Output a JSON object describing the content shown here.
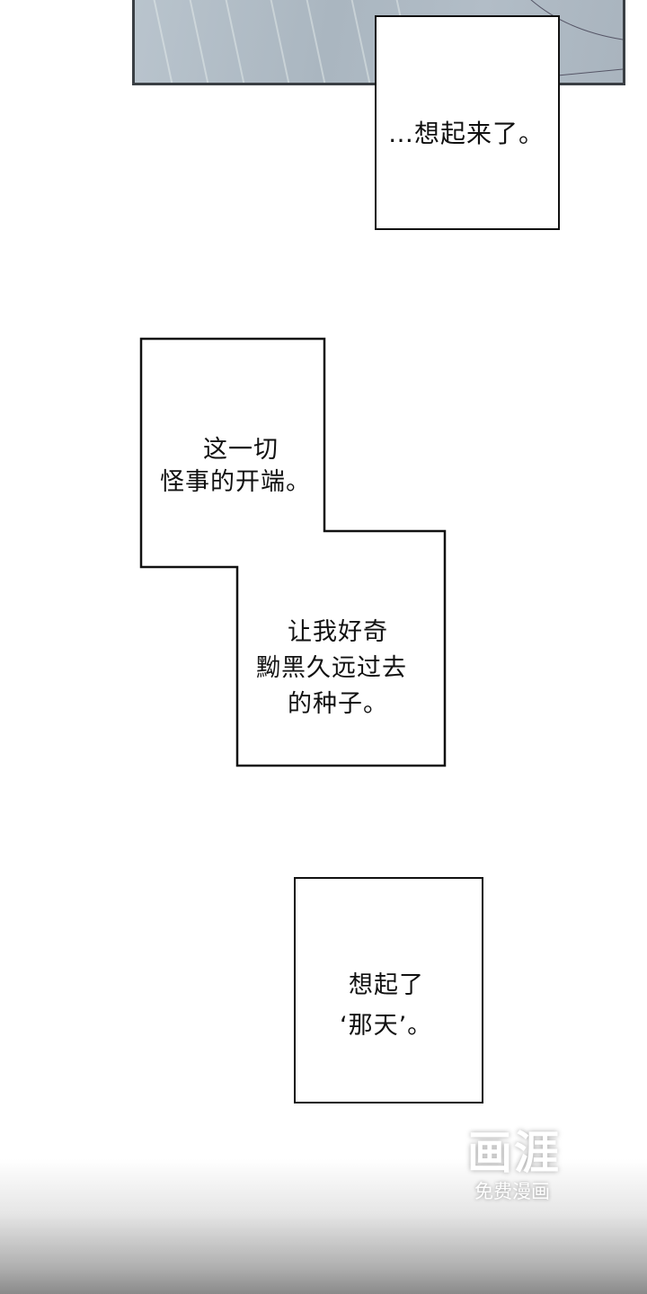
{
  "panels": {
    "caption_1": {
      "text": "…想起来了。"
    },
    "caption_2": {
      "lines": [
        "这一切",
        "怪事的开端。"
      ]
    },
    "caption_3": {
      "lines": [
        "让我好奇",
        "黝黑久远过去",
        "的种子。"
      ]
    },
    "caption_4": {
      "lines": [
        "想起了",
        "‘那天’。"
      ]
    }
  },
  "watermark": {
    "logo": "画涯",
    "subtitle": "免费漫画"
  }
}
